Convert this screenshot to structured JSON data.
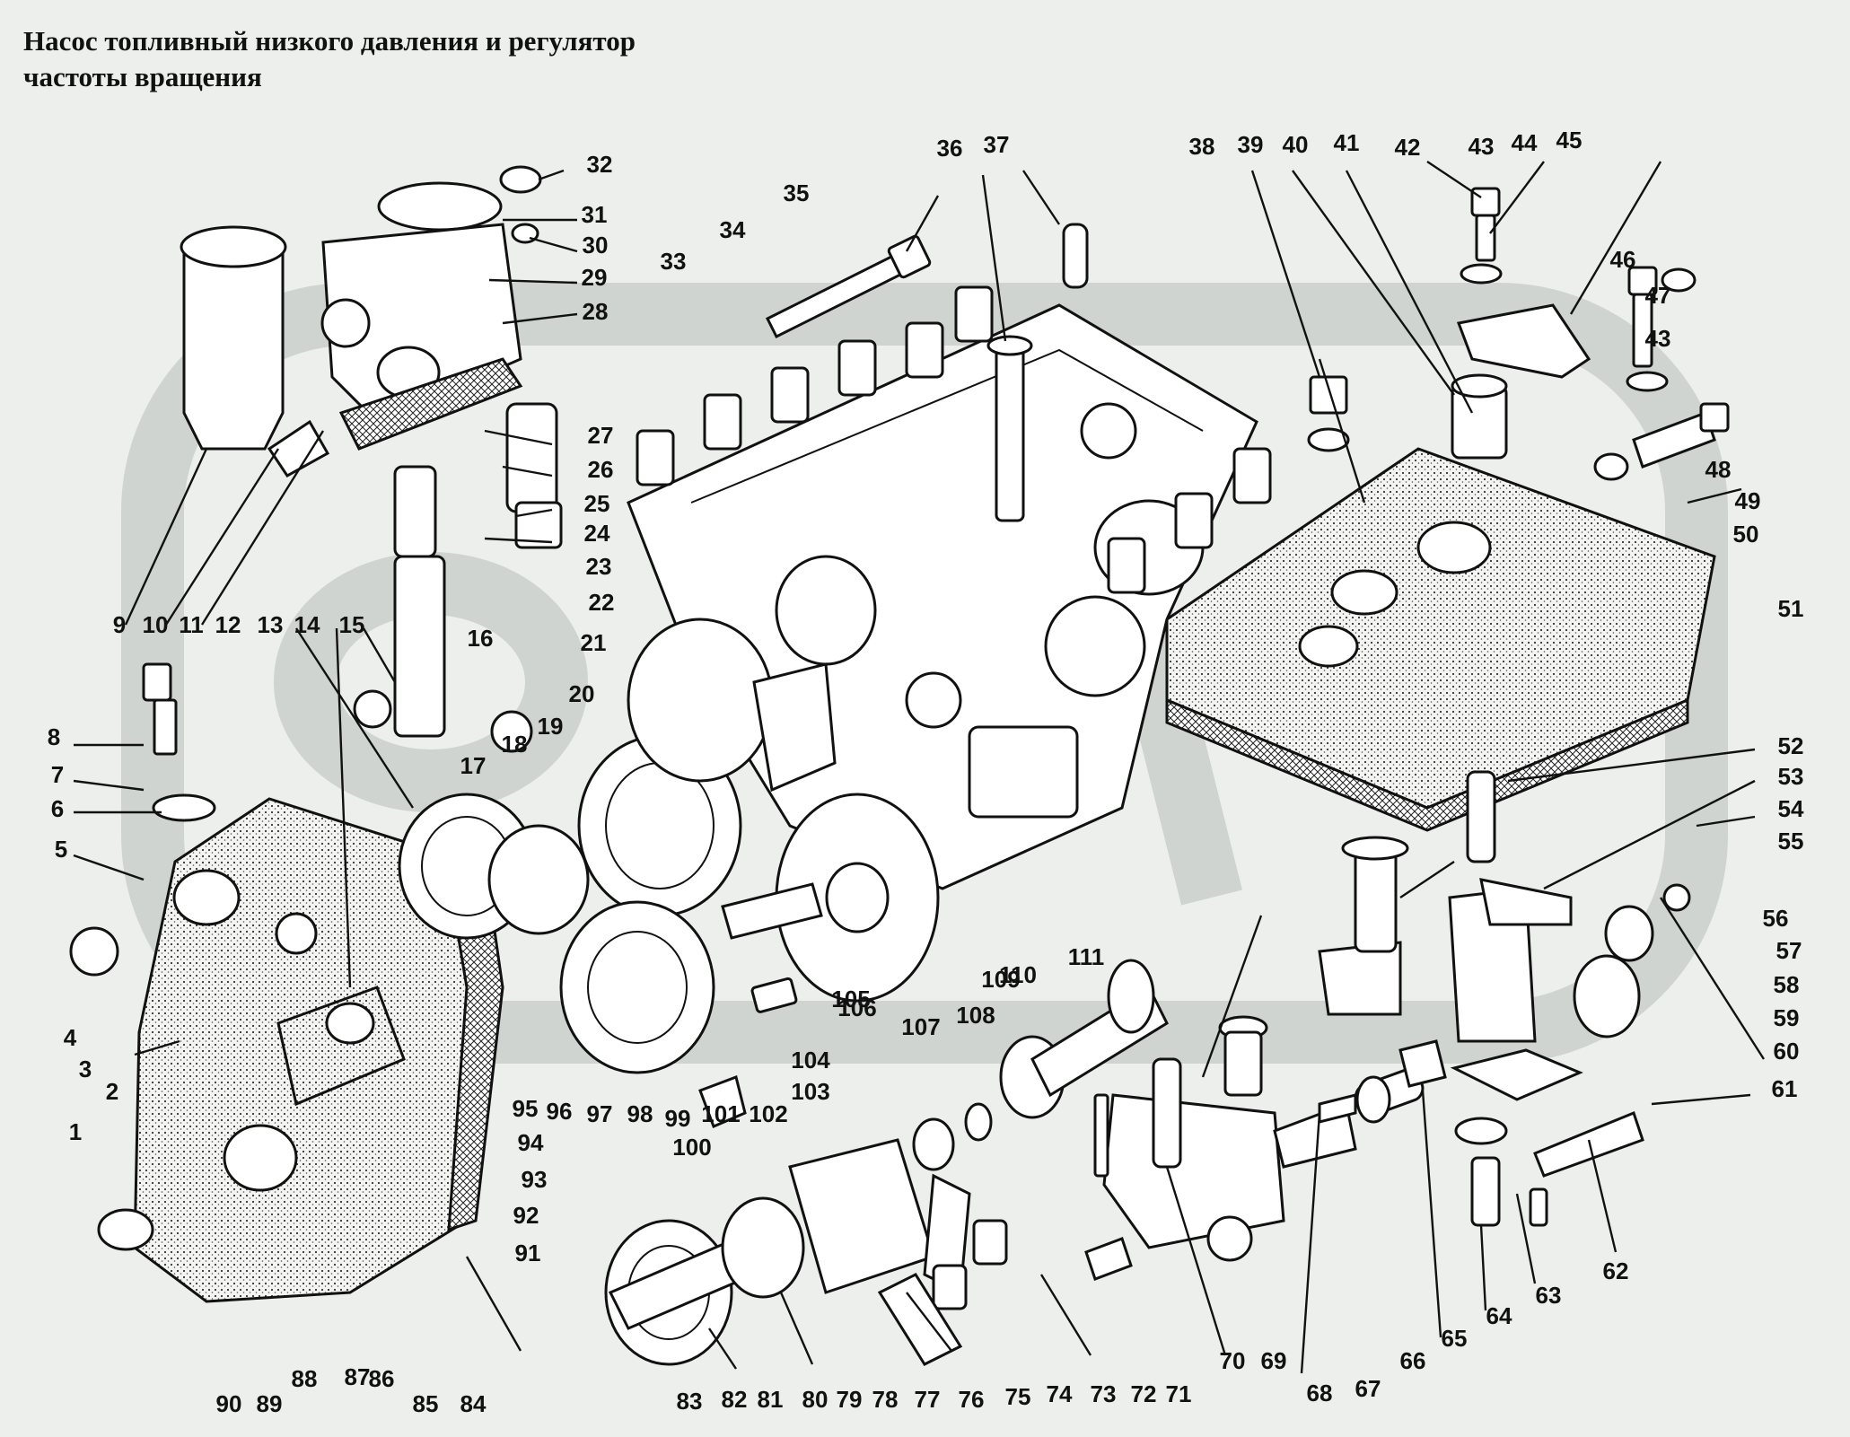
{
  "title": {
    "line1": "Насос топливный низкого давления и регулятор",
    "line2": "частоты вращения"
  },
  "labels": [
    "1",
    "2",
    "3",
    "4",
    "5",
    "6",
    "7",
    "8",
    "9",
    "10",
    "11",
    "12",
    "13",
    "14",
    "15",
    "16",
    "17",
    "18",
    "19",
    "20",
    "21",
    "22",
    "23",
    "24",
    "25",
    "26",
    "27",
    "28",
    "29",
    "30",
    "31",
    "32",
    "33",
    "34",
    "35",
    "36",
    "37",
    "38",
    "39",
    "40",
    "41",
    "42",
    "43",
    "44",
    "45",
    "46",
    "47",
    "43",
    "48",
    "49",
    "50",
    "51",
    "52",
    "53",
    "54",
    "55",
    "56",
    "57",
    "58",
    "59",
    "60",
    "61",
    "62",
    "63",
    "64",
    "65",
    "66",
    "67",
    "68",
    "69",
    "70",
    "71",
    "72",
    "73",
    "74",
    "75",
    "76",
    "77",
    "78",
    "79",
    "80",
    "81",
    "82",
    "83",
    "84",
    "85",
    "86",
    "87",
    "88",
    "89",
    "90",
    "91",
    "92",
    "93",
    "94",
    "95",
    "96",
    "97",
    "98",
    "99",
    "100",
    "101",
    "102",
    "103",
    "104",
    "105",
    "106",
    "107",
    "108",
    "109",
    "110",
    "111"
  ]
}
